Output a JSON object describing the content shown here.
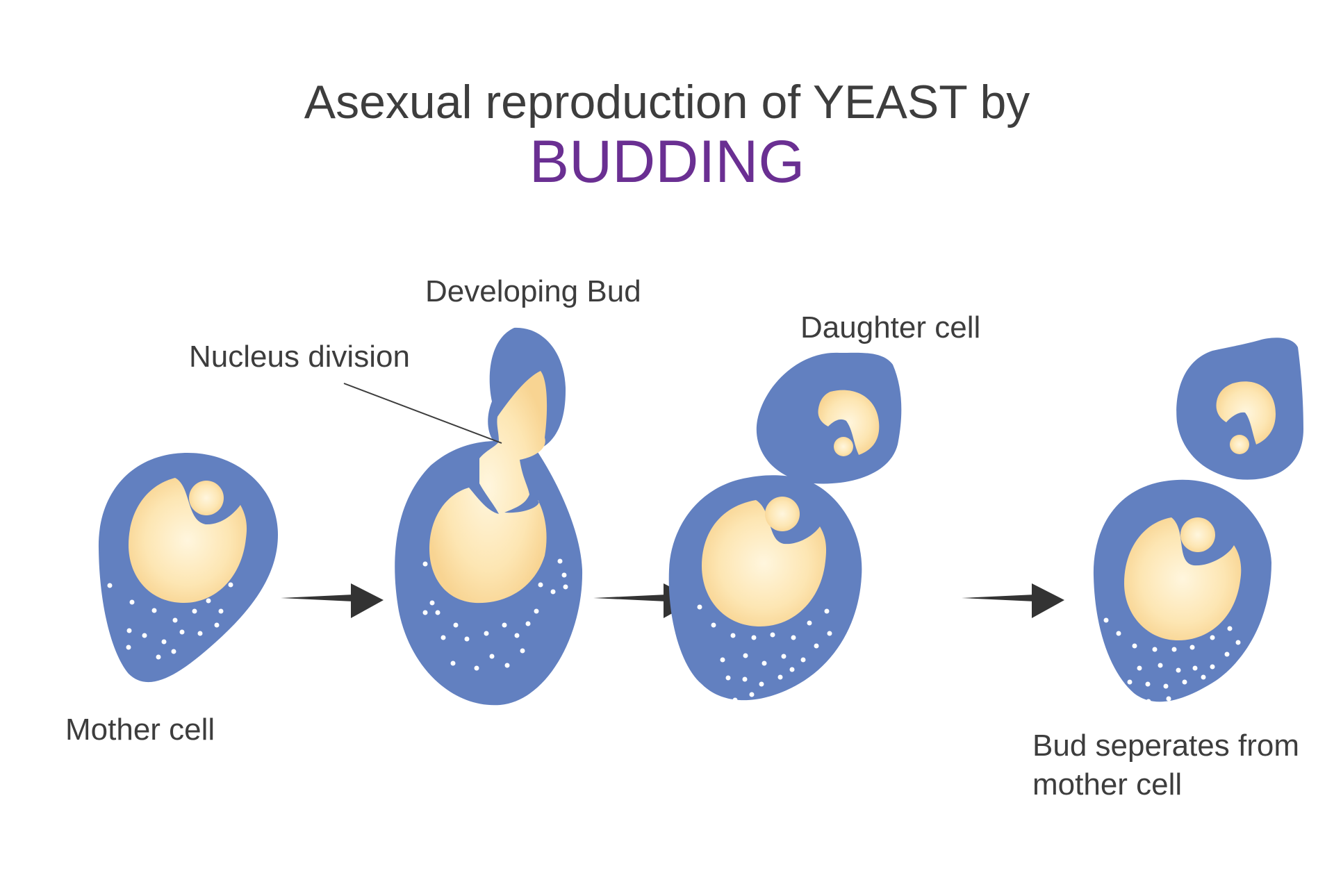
{
  "title": {
    "line1": "Asexual reproduction of YEAST by",
    "line2": "BUDDING"
  },
  "labels": {
    "developing_bud": "Developing Bud",
    "nucleus_division": "Nucleus division",
    "daughter_cell": "Daughter cell",
    "mother_cell": "Mother cell",
    "bud_separates_line1": "Bud seperates from",
    "bud_separates_line2": "mother cell"
  },
  "colors": {
    "cell": "#6280c0",
    "nucleus": "#fde3ad",
    "nucleus_center": "#fff4d9",
    "accent": "#6a2f92",
    "text": "#3d3d3d",
    "arrow": "#333333",
    "vesicle": "#ffffff"
  },
  "stages": [
    "Mother cell",
    "Developing Bud",
    "Daughter cell",
    "Bud seperates from mother cell"
  ]
}
